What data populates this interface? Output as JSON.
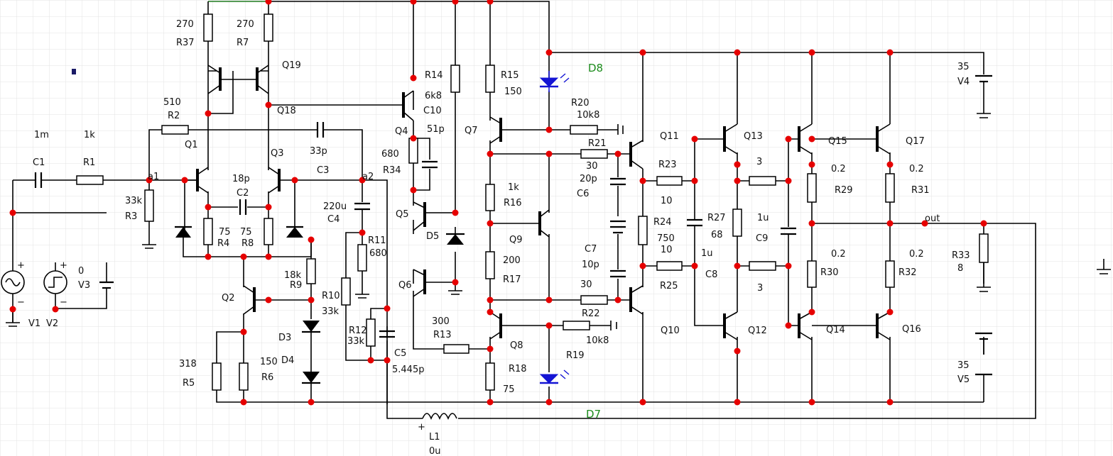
{
  "colors": {
    "background": "#ffffff",
    "grid": "#e3e3e3",
    "wire": "#000000",
    "node": "#e60000",
    "led": "#1414d4",
    "led_label": "#1c8c1c"
  },
  "labels": {
    "R1_name": "R1",
    "R1_val": "1k",
    "C1_name": "C1",
    "C1_val": "1m",
    "R2_name": "R2",
    "R2_val": "510",
    "R3_name": "R3",
    "R3_val": "33k",
    "R37_name": "R37",
    "R37_val": "270",
    "R7_name": "R7",
    "R7_val": "270",
    "Q19": "Q19",
    "Q18": "Q18",
    "Q1": "Q1",
    "Q3": "Q3",
    "Q2": "Q2",
    "Q4": "Q4",
    "Q5": "Q5",
    "Q6": "Q6",
    "Q7": "Q7",
    "Q8": "Q8",
    "Q9": "Q9",
    "Q10": "Q10",
    "Q11": "Q11",
    "Q12": "Q12",
    "Q13": "Q13",
    "Q14": "Q14",
    "Q15": "Q15",
    "Q16": "Q16",
    "Q17": "Q17",
    "C2_name": "C2",
    "C2_val": "18p",
    "C3_name": "C3",
    "C3_val": "33p",
    "R4_name": "R4",
    "R4_val": "75",
    "R8_name": "R8",
    "R8_val": "75",
    "R9_name": "R9",
    "R9_val": "18k",
    "R10_name": "R10",
    "R10_val": "33k",
    "R11_name": "R11",
    "R11_val": "680",
    "R12_name": "R12",
    "R12_val": "33k",
    "C4_name": "C4",
    "C4_val": "220u",
    "C5_name": "C5",
    "C5_val": "5.445p",
    "R5_name": "R5",
    "R5_val": "318",
    "R6_name": "R6",
    "R6_val": "150",
    "D3": "D3",
    "D4": "D4",
    "D5": "D5",
    "D7": "D7",
    "D8": "D8",
    "R14_name": "R14",
    "R14_val": "6k8",
    "C10_name": "C10",
    "C10_val": "51p",
    "R34_name": "R34",
    "R34_val": "680",
    "R15_name": "R15",
    "R15_val": "150",
    "R16_name": "R16",
    "R16_val": "1k",
    "R17_name": "R17",
    "R17_val": "200",
    "R13_name": "R13",
    "R13_val": "300",
    "R18_name": "R18",
    "R18_val": "75",
    "R19_name": "R19",
    "R19_val": "10k8",
    "R20_name": "R20",
    "R20_val": "10k8",
    "R21_name": "R21",
    "R21_val": "30",
    "R22_name": "R22",
    "R22_val": "30",
    "C6_name": "C6",
    "C6_val": "20p",
    "C7_name": "C7",
    "C7_val": "10p",
    "R23_name": "R23",
    "R23_val": "10",
    "R24_name": "R24",
    "R24_val": "750",
    "R25_name": "R25",
    "R25_val": "10",
    "R27_name": "R27",
    "R27_val": "68",
    "C8_name": "C8",
    "C8_val": "1u",
    "C9_name": "C9",
    "C9_val": "1u",
    "R29_name": "R29",
    "R29_val": "0.2",
    "R31_name": "R31",
    "R31_val": "0.2",
    "R30_name": "R30",
    "R30_val": "0.2",
    "R32_name": "R32",
    "R32_val": "0.2",
    "R_e13_val": "3",
    "R_e12_val": "3",
    "R33_name": "R33",
    "R33_val": "8",
    "V1": "V1",
    "V2": "V2",
    "V3_name": "V3",
    "V3_val": "0",
    "V4_name": "V4",
    "V4_val": "35",
    "V5_name": "V5",
    "V5_val": "35",
    "L1_name": "L1",
    "L1_val": "0u",
    "net_a1": "a1",
    "net_a2": "a2",
    "net_out": "out"
  }
}
